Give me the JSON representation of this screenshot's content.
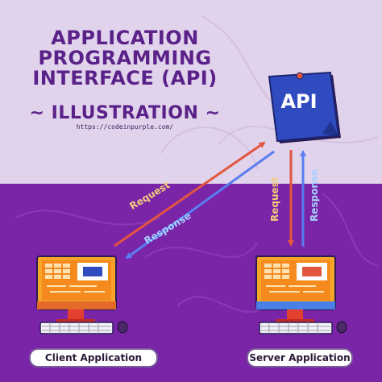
{
  "title": {
    "line1": "APPLICATION",
    "line2": "PROGRAMMING",
    "line3": "INTERFACE (API)",
    "line4": "~ ILLUSTRATION ~",
    "url": "https://codeinpurple.com/"
  },
  "api_note": {
    "label": "API",
    "icon": "sticky-note-pin-icon"
  },
  "arrows": {
    "client_request": "Request",
    "client_response": "Response",
    "server_request": "Request",
    "server_response": "Response"
  },
  "nodes": {
    "client": "Client Application",
    "server": "Server Application"
  },
  "colors": {
    "top_bg": "#e2d3ec",
    "bottom_bg": "#7a24a8",
    "title": "#5a2289",
    "note": "#2f4bbf",
    "request_arrow": "#e2553f",
    "response_arrow": "#5a7ef0"
  }
}
